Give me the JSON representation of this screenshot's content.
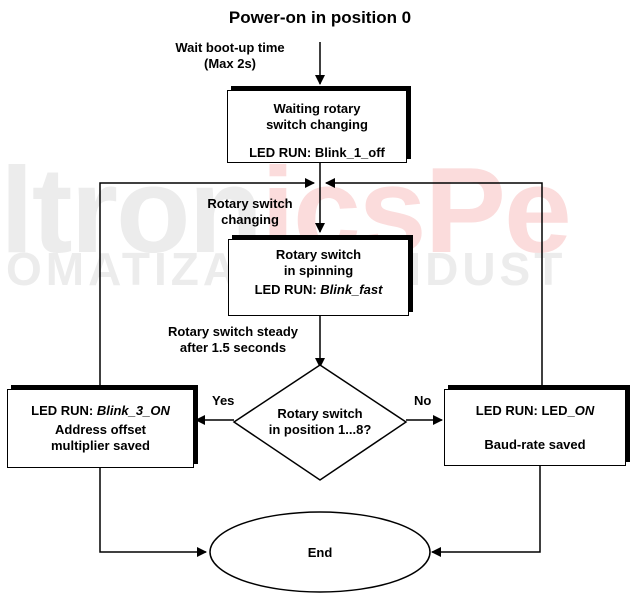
{
  "title": "Power-on in position 0",
  "watermark": {
    "line1_a": "ltron",
    "line1_b": "icsPe",
    "line2": "OMATIZAÇÃO INDUST"
  },
  "labels": {
    "wait_line1": "Wait boot-up time",
    "wait_line2": "(Max 2s)",
    "changing_line1": "Rotary switch",
    "changing_line2": "changing",
    "steady_line1": "Rotary switch steady",
    "steady_line2": "after 1.5 seconds",
    "yes": "Yes",
    "no": "No"
  },
  "box_waiting": {
    "line1": "Waiting rotary",
    "line2": "switch changing",
    "led_prefix": "LED RUN: ",
    "led_value": "Blink_1_off"
  },
  "box_spinning": {
    "line1": "Rotary switch",
    "line2": "in spinning",
    "led_prefix": "LED RUN: ",
    "led_value": "Blink_fast"
  },
  "decision": {
    "line1": "Rotary switch",
    "line2": "in position 1...8?"
  },
  "box_address": {
    "led_prefix": "LED RUN: ",
    "led_value": "Blink_3_ON",
    "line1": "Address offset",
    "line2": "multiplier saved"
  },
  "box_baud": {
    "led_prefix": "LED RUN: LED_",
    "led_value": "ON",
    "line1": "Baud-rate saved"
  },
  "end": "End"
}
